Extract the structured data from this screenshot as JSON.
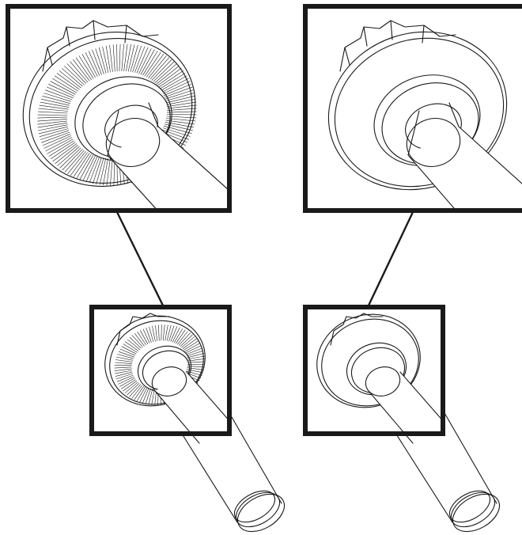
{
  "figure": {
    "panels": [
      {
        "id": "left",
        "variant": "brush-seal"
      },
      {
        "id": "right",
        "variant": "plain-seal"
      }
    ],
    "colors": {
      "ink": "#1a1a1a",
      "background": "#ffffff"
    }
  }
}
